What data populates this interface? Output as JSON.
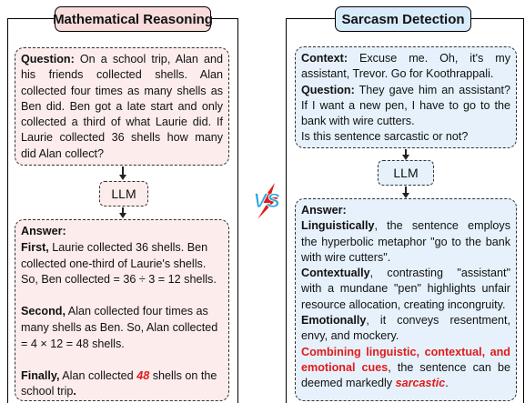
{
  "left": {
    "title": "Mathematical Reasoning",
    "question": {
      "label": "Question:",
      "text": " On a school trip, Alan and his friends collected shells. Alan collected four times as many shells as Ben did. Ben got a late start and only collected a third of what Laurie did. If Laurie collected 36 shells how many did Alan collect?"
    },
    "model_label": "LLM",
    "answer": {
      "label": "Answer:",
      "first_label": "First,",
      "first_text": " Laurie collected 36 shells. Ben collected one-third of Laurie's shells. So, Ben collected = 36 ÷ 3 = 12 shells.",
      "second_label": "Second,",
      "second_text": " Alan collected four times as many shells as Ben. So, Alan collected = 4 × 12 = 48 shells.",
      "finally_label": "Finally,",
      "finally_pre": " Alan collected ",
      "finally_number": "48",
      "finally_post": " shells on the school trip",
      "finally_end": "."
    }
  },
  "right": {
    "title": "Sarcasm Detection",
    "context_label": "Context:",
    "context_text": " Excuse me. Oh, it's my assistant, Trevor. Go for Koothrappali.",
    "question_label": "Question:",
    "question_text": " They gave him an assistant? If I want a new pen, I have to go to the bank with wire cutters.",
    "question_prompt": "Is this sentence sarcastic or not?",
    "model_label": "LLM",
    "answer": {
      "label": "Answer:",
      "ling_label": "Linguistically",
      "ling_text": ", the sentence employs the hyperbolic metaphor \"go to the bank with wire cutters\".",
      "ctx_label": "Contextually",
      "ctx_text": ", contrasting \"assistant\" with a mundane \"pen\" highlights unfair resource allocation, creating incongruity.",
      "emo_label": "Emotionally",
      "emo_text": ", it conveys resentment, envy, and mockery.",
      "combine_label": "Combining linguistic, contextual, and emotional cues",
      "combine_text": ", the sentence can be deemed markedly ",
      "verdict": "sarcastic",
      "end": "."
    }
  },
  "vs_text": "VS",
  "colors": {
    "pink_fill": "#fcecec",
    "blue_fill": "#e6f1fb",
    "accent_red": "#e01b1b",
    "vs_blue": "#2aa8e0"
  }
}
